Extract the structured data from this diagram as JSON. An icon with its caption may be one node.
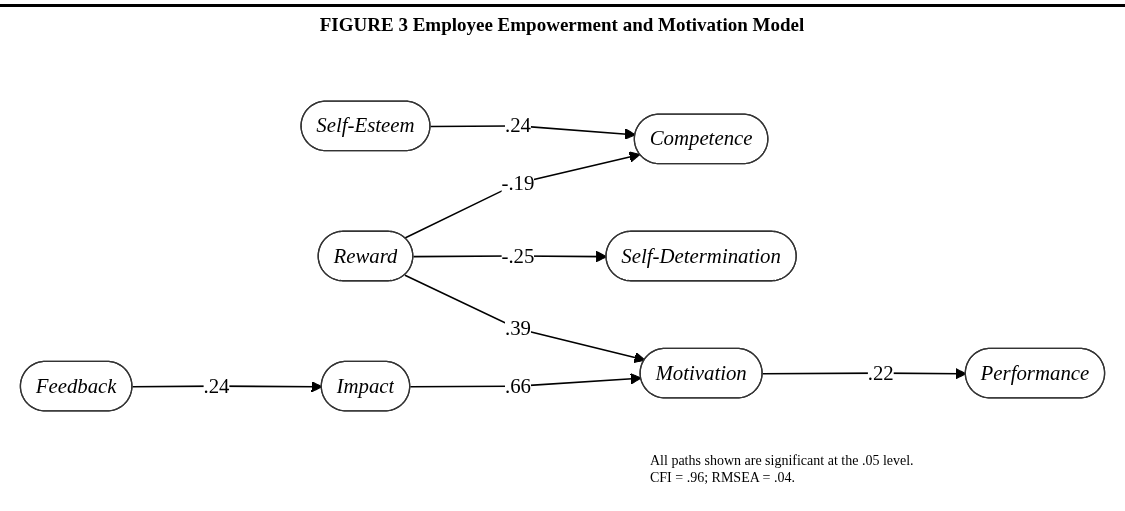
{
  "diagram": {
    "title": "FIGURE 3 Employee Empowerment and Motivation Model",
    "nodes": [
      {
        "text": [
          "Self-Esteem"
        ]
      },
      {
        "text": [
          "Feedback"
        ]
      },
      {
        "text": [
          "Reward"
        ]
      },
      {
        "text": [
          "Impact"
        ]
      },
      {
        "text": [
          "Competence"
        ]
      },
      {
        "text": [
          "Self-Determination"
        ]
      },
      {
        "text": [
          "Motivation"
        ]
      },
      {
        "text": [
          "Performance"
        ]
      }
    ],
    "edges": [
      {
        "from": 0,
        "to": 4,
        "arrow": "to",
        "label": ".24"
      },
      {
        "from": 1,
        "to": 3,
        "arrow": "to",
        "label": ".24"
      },
      {
        "from": 2,
        "to": 4,
        "arrow": "to",
        "label": "-.19"
      },
      {
        "from": 2,
        "to": 5,
        "arrow": "to",
        "label": "-.25"
      },
      {
        "from": 2,
        "to": 6,
        "arrow": "to",
        "label": ".39"
      },
      {
        "from": 3,
        "to": 6,
        "arrow": "to",
        "label": ".66"
      },
      {
        "from": 6,
        "to": 7,
        "arrow": "to",
        "label": ".22"
      }
    ],
    "labels": [
      "All paths shown are significant at the .05 level.",
      "CFI = .96; RMSEA = .04."
    ]
  }
}
